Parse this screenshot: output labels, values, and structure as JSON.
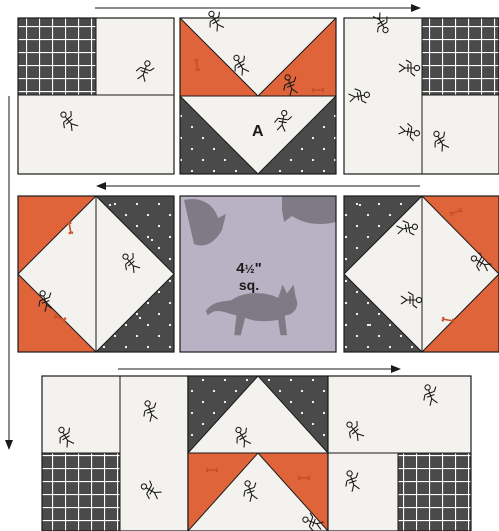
{
  "colors": {
    "charcoal": "#4a4a4a",
    "cream": "#f4f2ee",
    "orange": "#e0643a",
    "lavender": "#b8b2c4",
    "cat": "#7f7b86",
    "ink": "#1a1a1a",
    "dot": "#ffffff"
  },
  "center_block": {
    "size_whole": "4",
    "size_fraction": "½",
    "size_unit": "\"",
    "size_suffix": "sq."
  },
  "piece_label": "A",
  "icons": [
    "skeleton-motif-icon",
    "cat-silhouette-icon",
    "bone-icon",
    "arrow-right-icon",
    "arrow-left-icon",
    "arrow-down-icon"
  ]
}
